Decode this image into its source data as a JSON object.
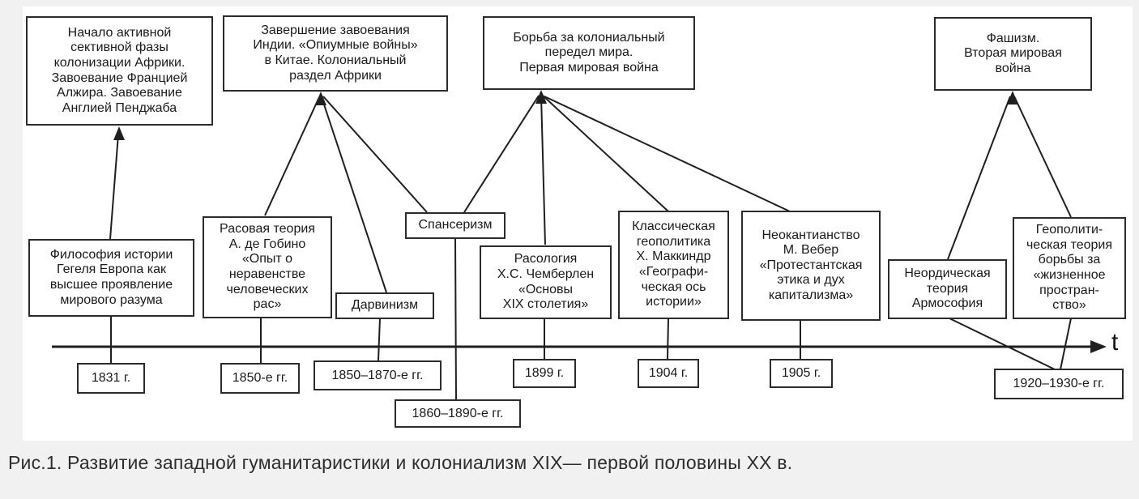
{
  "colors": {
    "page_bg": "#f1f1f1",
    "panel_bg": "#ffffff",
    "line": "#1f1f1f",
    "border": "#2b2b2b",
    "text": "#1a1a1a",
    "caption_text": "#2d2d2d"
  },
  "diagram": {
    "event_boxes": {
      "e1": {
        "text": "Начало активной\nсективной фазы\nколонизации Африки.\nЗавоевание Францией\nАлжира. Завоевание\nАнглией Пенджаба"
      },
      "e2": {
        "text": "Завершение завоевания\nИндии. «Опиумные войны»\nв Китае. Колониальный\nраздел Африки"
      },
      "e3": {
        "text": "Борьба за колониальный\nпередел мира.\nПервая мировая война"
      },
      "e4": {
        "text": "Фашизм.\nВторая мировая\nвойна"
      }
    },
    "theory_boxes": {
      "t1": {
        "text": "Философия истории\nГегеля Европа как\nвысшее проявление\nмирового разума"
      },
      "t2": {
        "text": "Расовая теория\nА. де Гобино\n«Опыт о\nнеравенстве\nчеловеческих\nрас»"
      },
      "t3": {
        "text": "Дарвинизм"
      },
      "t4": {
        "text": "Спансеризм"
      },
      "t5": {
        "text": "Расология\nХ.С. Чемберлен\n«Основы\nXIX столетия»"
      },
      "t6": {
        "text": "Классическая\nгеополитика\nХ. Маккиндр\n«Географи-\nческая ось\nистории»"
      },
      "t7": {
        "text": "Неокантианство\nМ. Вебер\n«Протестантская\nэтика и дух\nкапитализма»"
      },
      "t8": {
        "text": "Неордическая\nтеория\nАрмософия"
      },
      "t9": {
        "text": "Геополити-\nческая теория\nборьбы за\n«жизненное\nпростран-\nство»"
      }
    },
    "date_boxes": {
      "d1": {
        "text": "1831 г."
      },
      "d2": {
        "text": "1850-е гг."
      },
      "d3": {
        "text": "1850–1870-е гг."
      },
      "d4": {
        "text": "1860–1890-е гг."
      },
      "d5": {
        "text": "1899 г."
      },
      "d6": {
        "text": "1904 г."
      },
      "d7": {
        "text": "1905 г."
      },
      "d8": {
        "text": "1920–1930-е гг."
      }
    },
    "timeline": {
      "axis_label": "t"
    }
  },
  "caption": {
    "text": "Рис.1. Развитие западной гуманитаристики и колониализм XIX— первой половины XX в."
  }
}
